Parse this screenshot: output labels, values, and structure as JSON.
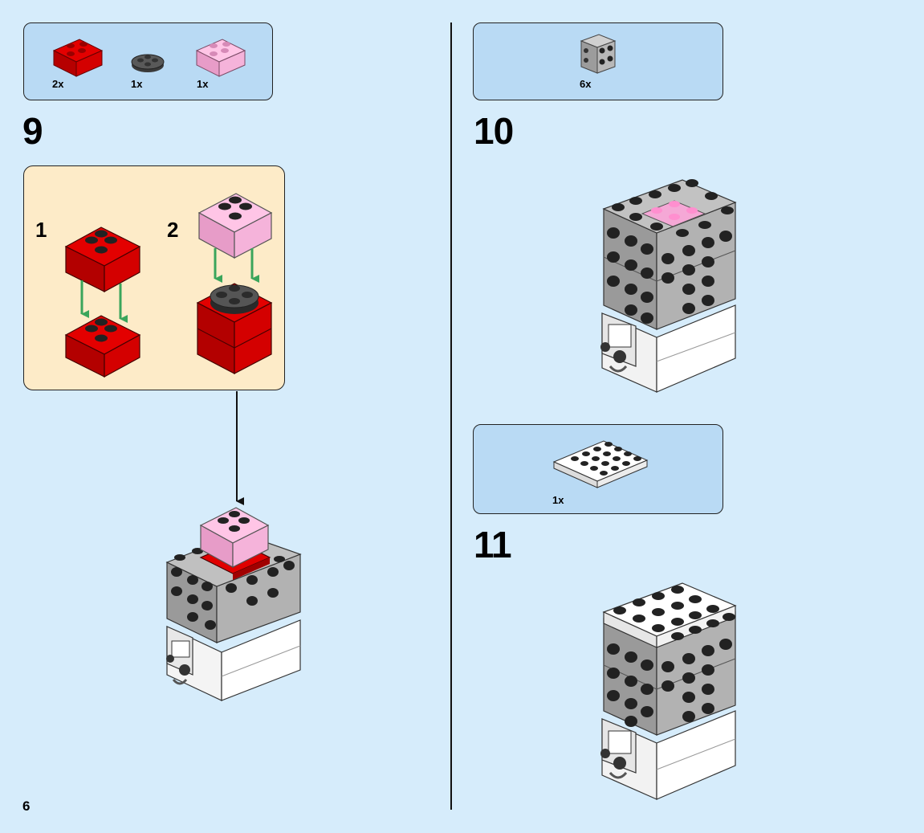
{
  "page_number": "6",
  "steps": [
    {
      "number": "9",
      "parts": [
        {
          "qty": "2x",
          "icon": "red-2x2-brick-icon"
        },
        {
          "qty": "1x",
          "icon": "dark-gray-round-plate-icon"
        },
        {
          "qty": "1x",
          "icon": "pink-2x2-brick-icon"
        }
      ],
      "substeps": [
        {
          "number": "1"
        },
        {
          "number": "2"
        }
      ]
    },
    {
      "number": "10",
      "parts": [
        {
          "qty": "6x",
          "icon": "gray-brick-with-side-studs-icon"
        }
      ]
    },
    {
      "number": "11",
      "parts": [
        {
          "qty": "1x",
          "icon": "white-4x4-plate-icon"
        }
      ]
    }
  ],
  "colors": {
    "page_background": "#d6ecfb",
    "parts_box": "#b9daf4",
    "subassembly_box": "#fdebc8",
    "red": "#d40000",
    "pink": "#f5a8d6",
    "gray": "#a7a7a7",
    "dark_gray": "#4a4a4a",
    "white": "#ffffff",
    "arrow_green": "#3aa55b"
  }
}
